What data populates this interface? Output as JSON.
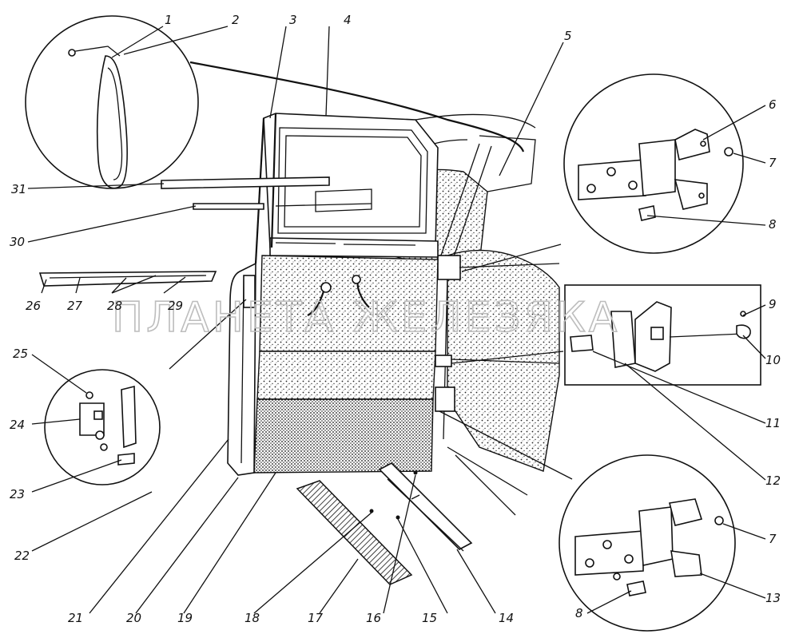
{
  "watermark": "ПЛАНЕТА ЖЕЛЕЗЯКА",
  "callouts": [
    "1",
    "2",
    "3",
    "4",
    "5",
    "6",
    "7",
    "8",
    "9",
    "10",
    "11",
    "12",
    "13",
    "14",
    "15",
    "16",
    "17",
    "18",
    "19",
    "20",
    "21",
    "22",
    "23",
    "24",
    "25",
    "26",
    "27",
    "28",
    "29",
    "30",
    "31"
  ]
}
